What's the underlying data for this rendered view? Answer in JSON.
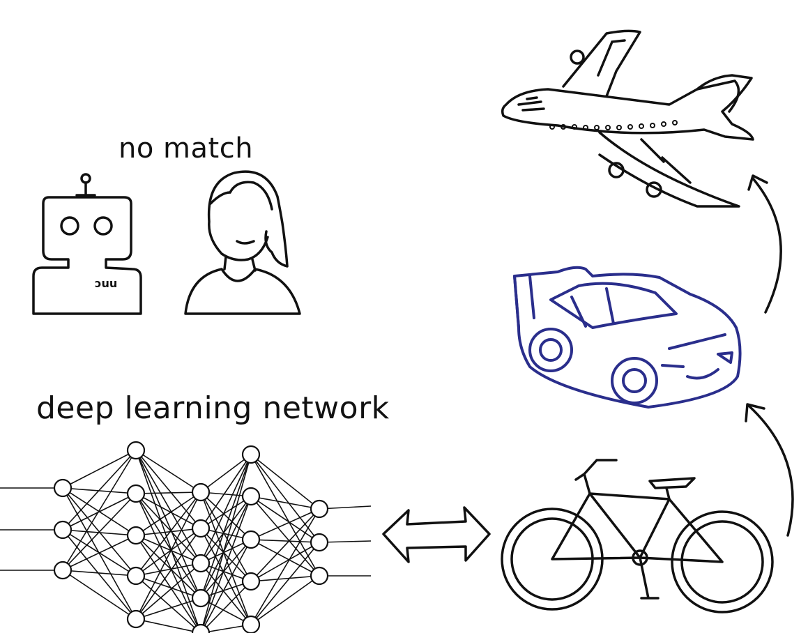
{
  "labels": {
    "no_match": "no match",
    "deep_learning": "deep learning network"
  },
  "robot_chest_text": "ɔuu",
  "icons": [
    "robot-icon",
    "woman-icon",
    "airplane-icon",
    "race-car-icon",
    "bicycle-icon",
    "double-arrow-icon",
    "curved-arrow-icon"
  ],
  "network": {
    "layer_sizes": [
      3,
      5,
      5,
      5,
      3
    ]
  },
  "colors": {
    "ink": "#111111",
    "car": "#2a2e8c",
    "background": "#ffffff"
  }
}
